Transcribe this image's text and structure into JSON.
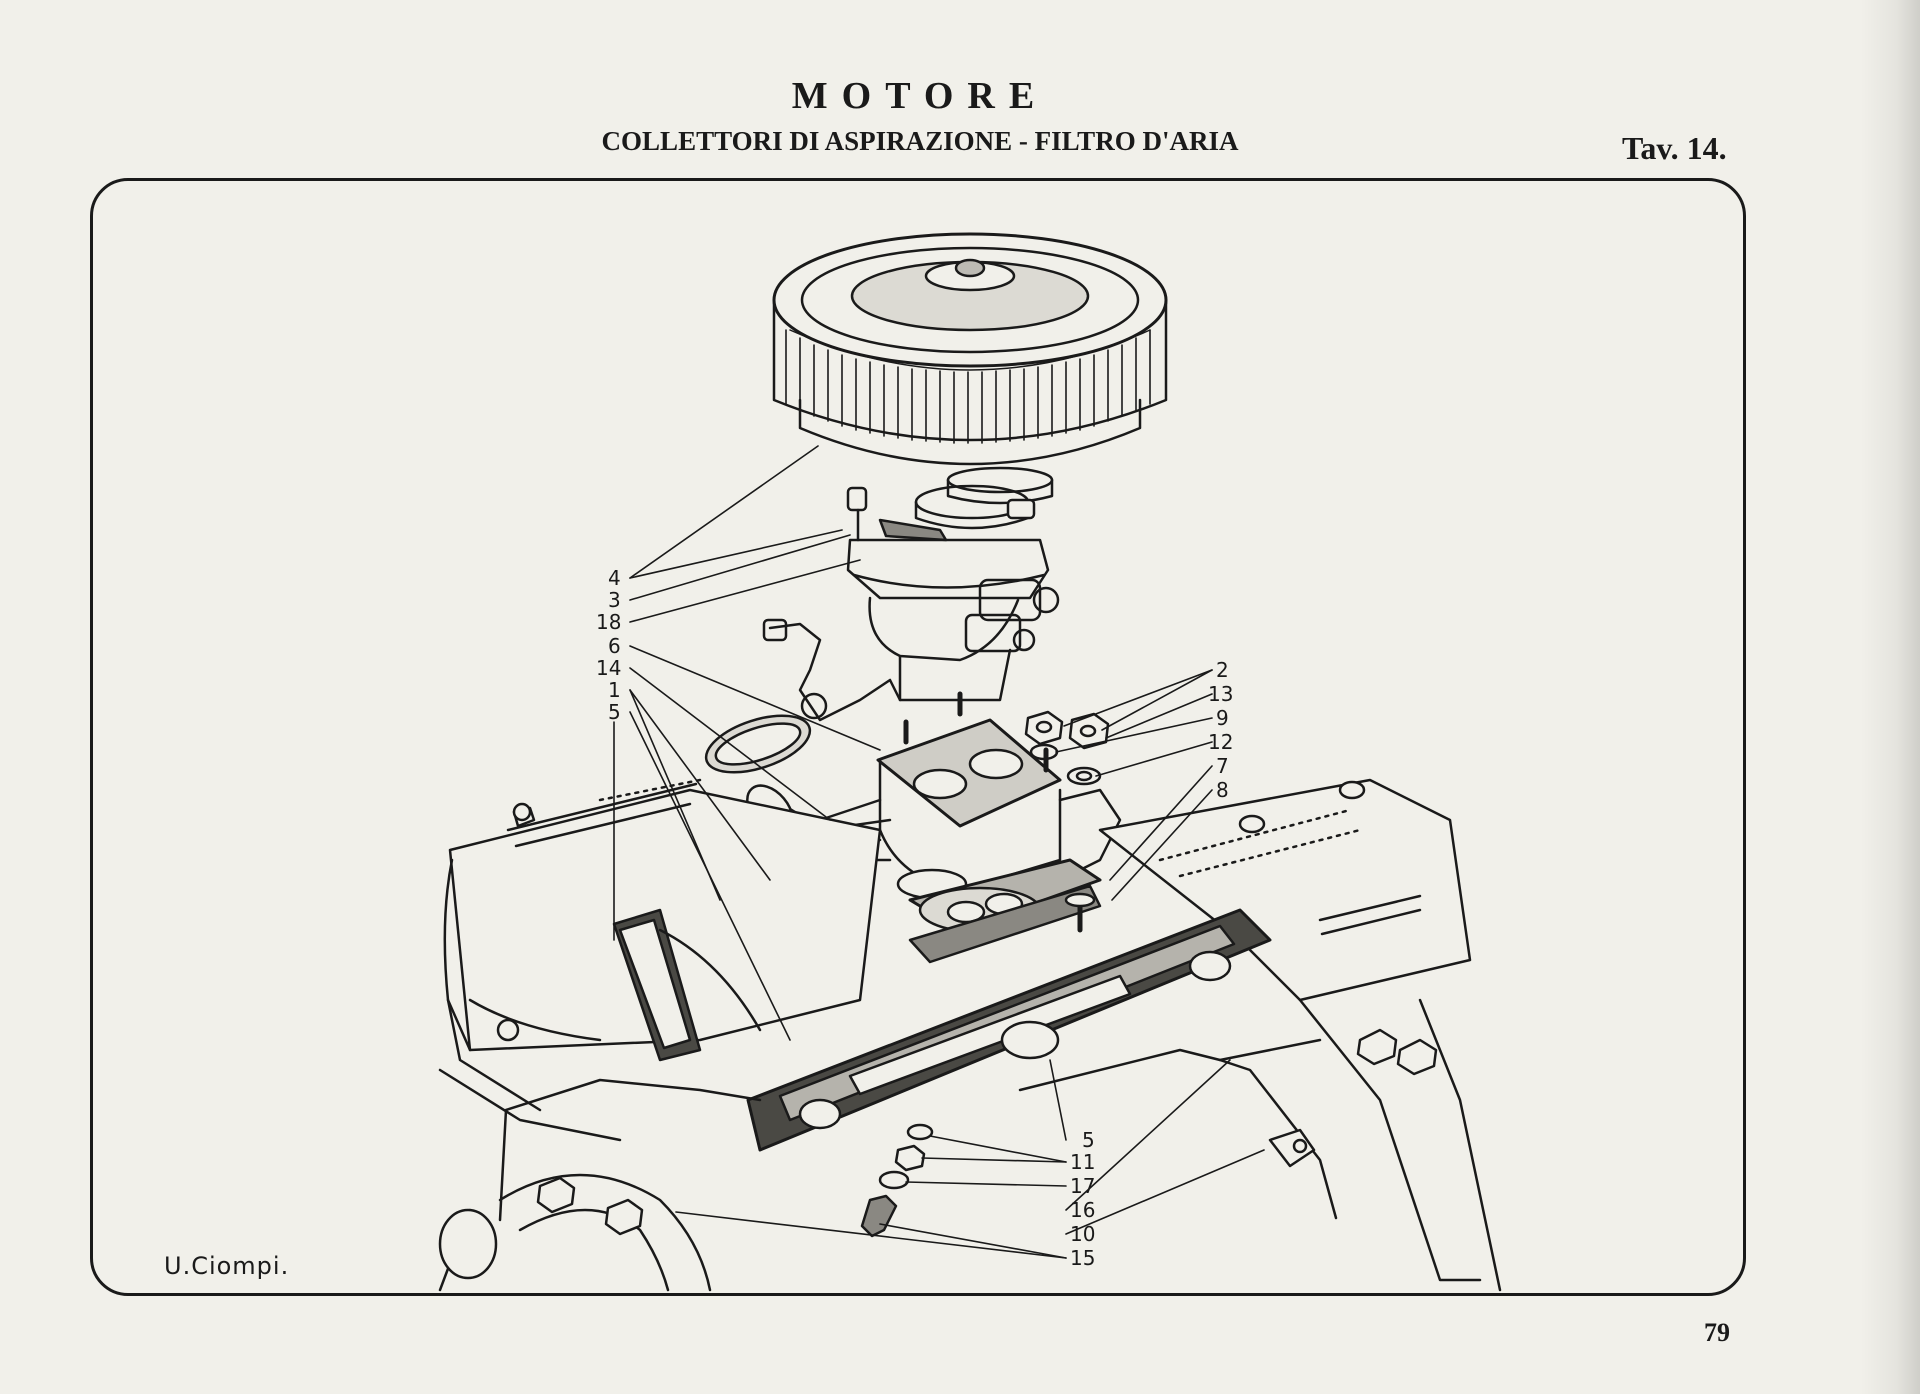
{
  "header": {
    "title": "MOTORE",
    "subtitle": "COLLETTORI DI ASPIRAZIONE - FILTRO D'ARIA",
    "plate": "Tav. 14."
  },
  "footer": {
    "page_number": "79"
  },
  "signature": "U.Ciompi.",
  "callouts": {
    "left": [
      "4",
      "3",
      "18",
      "6",
      "14",
      "1",
      "5"
    ],
    "right_upper": [
      "2",
      "13",
      "9",
      "12",
      "7",
      "8"
    ],
    "right_lower": [
      "5",
      "11",
      "17",
      "16",
      "10",
      "15"
    ]
  }
}
